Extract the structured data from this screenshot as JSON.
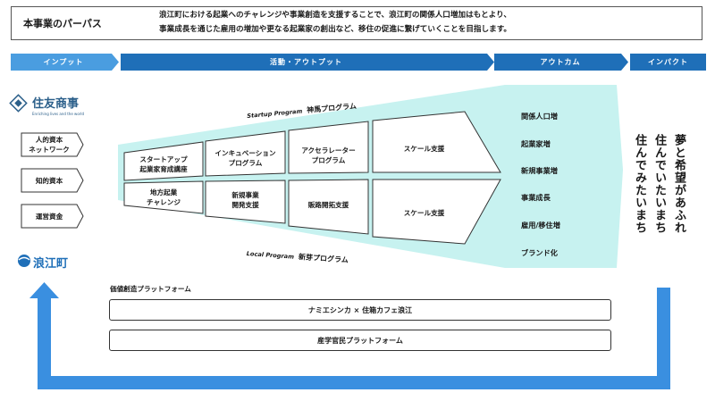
{
  "purpose": {
    "title": "本事業のパーパス",
    "line1": "浪江町における起業へのチャレンジや事業創造を支援することで、浪江町の関係人口増加はもとより、",
    "line2": "事業成長を通じた雇用の増加や更なる起業家の創出など、移住の促進に繋げていくことを目指します。"
  },
  "phases": {
    "input": "インプット",
    "activity": "活動・アウトプット",
    "outcome": "アウトカム",
    "impact": "インパクト"
  },
  "logos": {
    "sumitomo": "住友商事",
    "sumitomo_tagline": "Enriching lives and the world",
    "namie": "浪江町"
  },
  "inputs": [
    {
      "line1": "人的資本",
      "line2": "ネットワーク"
    },
    {
      "line1": "知的資本",
      "line2": ""
    },
    {
      "line1": "運営資金",
      "line2": ""
    }
  ],
  "programs": {
    "startup_en": "Startup Program",
    "startup_jp": "神馬プログラム",
    "local_en": "Local Program",
    "local_jp": "新芽プログラム"
  },
  "activities": {
    "top": [
      {
        "line1": "スタートアップ",
        "line2": "起業家育成講座"
      },
      {
        "line1": "インキュベーション",
        "line2": "プログラム"
      },
      {
        "line1": "アクセラレーター",
        "line2": "プログラム"
      },
      {
        "line1": "スケール支援",
        "line2": ""
      }
    ],
    "bottom": [
      {
        "line1": "地方起業",
        "line2": "チャレンジ"
      },
      {
        "line1": "新規事業",
        "line2": "開発支援"
      },
      {
        "line1": "販路開拓支援",
        "line2": ""
      },
      {
        "line1": "スケール支援",
        "line2": ""
      }
    ]
  },
  "outcomes": [
    "関係人口増",
    "起業家増",
    "新規事業増",
    "事業成長",
    "雇用/移住増",
    "ブランド化"
  ],
  "impact": {
    "col1": "夢と希望があふれ",
    "col2": "住んでいたいまち",
    "col3": "住んでみたいまち"
  },
  "platform": {
    "title": "価値創造プラットフォーム",
    "item1": "ナミエシンカ × 住箱カフェ浪江",
    "item2": "産学官民プラットフォーム"
  },
  "colors": {
    "phase_blue": "#1f6fb8",
    "phase_light": "#4a9de0",
    "funnel": "#c7f2f0",
    "loop": "#3a8fe0"
  }
}
